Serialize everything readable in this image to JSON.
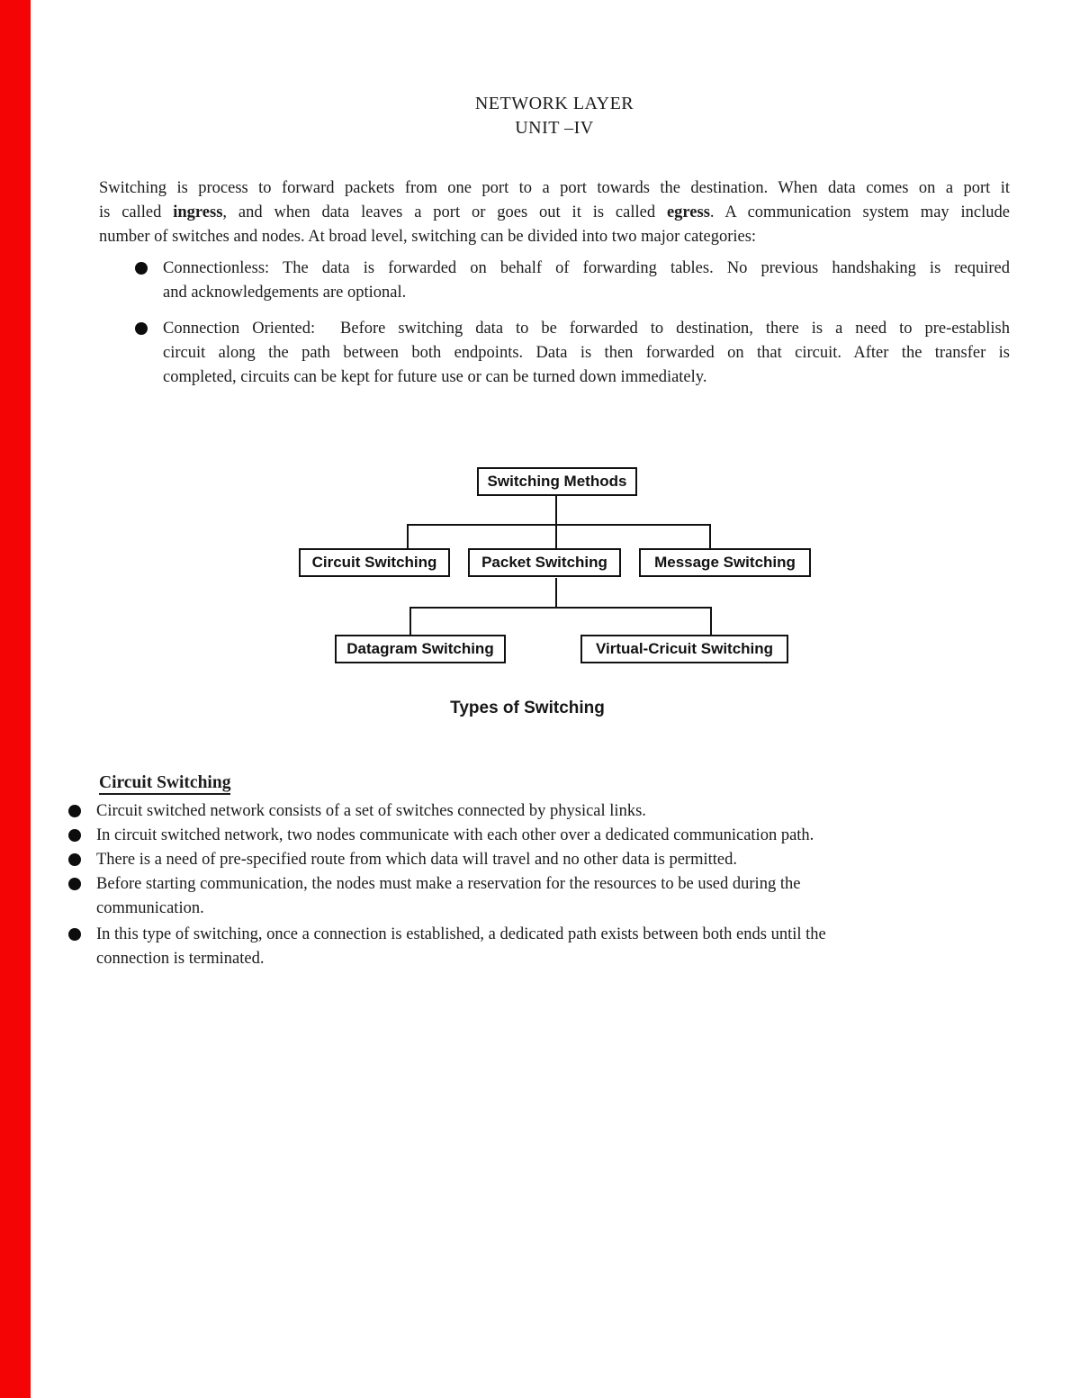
{
  "colors": {
    "accent_bar": "#f40404",
    "ink": "#1c1c1c"
  },
  "title": {
    "line1": "NETWORK LAYER",
    "line2": "UNIT –IV"
  },
  "intro": {
    "lines": [
      [
        {
          "t": "Switching is process to forward packets from one port to a port towards the destination. When data comes on a port it"
        }
      ],
      [
        {
          "t": "is called "
        },
        {
          "t": "ingress",
          "b": true
        },
        {
          "t": ", and when data leaves a port or goes out it is called "
        },
        {
          "t": "egress",
          "b": true
        },
        {
          "t": ". A communication system may include"
        }
      ],
      [
        {
          "t": "number of switches and nodes. At broad level, switching can be divided into two major categories:"
        }
      ]
    ]
  },
  "overview_bullets": [
    {
      "lines": [
        "Connectionless: The data is forwarded on behalf of forwarding tables. No previous handshaking is required",
        "and acknowledgements are optional."
      ]
    },
    {
      "lines": [
        "Connection Oriented:  Before switching data to be forwarded to destination, there is a need to pre-establish",
        "circuit along the path between both endpoints. Data is then forwarded on that circuit. After the transfer is",
        "completed, circuits can be kept for future use or can be turned down immediately."
      ]
    }
  ],
  "diagram": {
    "boxes": {
      "switching_methods": {
        "label": "Switching Methods"
      },
      "circuit": {
        "label": "Circuit Switching"
      },
      "packet": {
        "label": "Packet Switching"
      },
      "message": {
        "label": "Message Switching"
      },
      "datagram": {
        "label": "Datagram Switching"
      },
      "virtual": {
        "label": "Virtual-Cricuit Switching"
      }
    },
    "caption": "Types of Switching"
  },
  "section": {
    "heading": "Circuit Switching",
    "bullets": [
      {
        "lines": [
          "Circuit switched network consists of a set of switches connected by physical links."
        ]
      },
      {
        "lines": [
          "In circuit switched network, two nodes communicate with each other over a dedicated communication path."
        ]
      },
      {
        "lines": [
          "There is a need of pre-specified route from which data will travel and no other data is permitted."
        ]
      },
      {
        "lines": [
          "Before starting communication, the nodes must make a reservation for the resources to be used during the",
          "communication."
        ]
      },
      {
        "lines": [
          "In this type of switching, once a connection is established, a dedicated path exists between both ends until the",
          "connection is terminated."
        ]
      }
    ]
  }
}
